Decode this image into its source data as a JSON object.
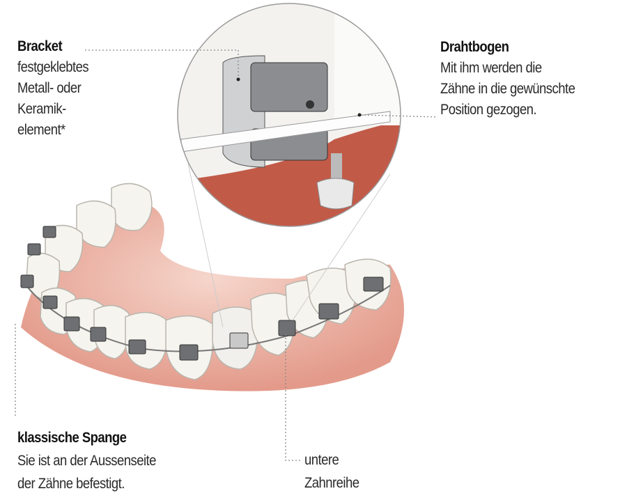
{
  "labels": {
    "bracket": {
      "title": "Bracket",
      "lines": [
        "festgeklebtes",
        "Metall- oder",
        "Keramik-",
        "element*"
      ]
    },
    "drahtbogen": {
      "title": "Drahtbogen",
      "lines": [
        "Mit ihm werden die",
        "Zähne in die gewünschte",
        "Position gezogen."
      ]
    },
    "spange": {
      "title": "klassische Spange",
      "lines": [
        "Sie ist an der Aussenseite",
        "der Zähne befestigt."
      ]
    },
    "zahnreihe": {
      "lines": [
        "untere",
        "Zahnreihe"
      ]
    }
  },
  "colors": {
    "gum": "#e8a89a",
    "gum_dark": "#c0584a",
    "tooth": "#f6f4ee",
    "metal": "#6d6f72",
    "text": "#2a2a2a"
  }
}
